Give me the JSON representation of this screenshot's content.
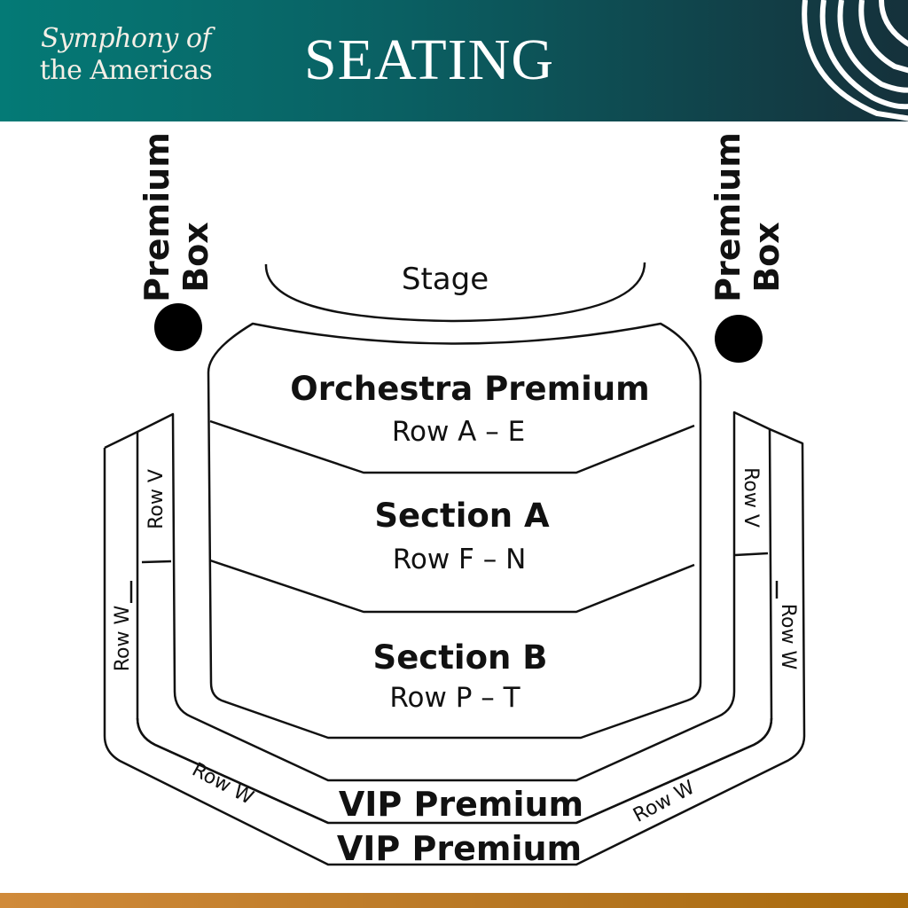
{
  "header": {
    "logo_line1": "Symphony of",
    "logo_line2": "the Americas",
    "title": "SEATING",
    "colors": {
      "teal": "#047a76",
      "dark": "#15313b",
      "footer": "#c07c28"
    }
  },
  "map": {
    "premium_box_left": {
      "line1": "Premium",
      "line2": "Box"
    },
    "premium_box_right": {
      "line1": "Premium",
      "line2": "Box"
    },
    "stage": "Stage",
    "orchestra": {
      "name": "Orchestra Premium",
      "rows": "Row A – E"
    },
    "section_a": {
      "name": "Section A",
      "rows": "Row F – N"
    },
    "section_b": {
      "name": "Section B",
      "rows": "Row P – T"
    },
    "row_v_left": "Row V",
    "row_v_right": "Row V",
    "row_w_left": "Row W",
    "row_w_right": "Row W",
    "row_w_bottom_left": "Row W",
    "row_w_bottom_right": "Row W",
    "vip_1": "VIP Premium",
    "vip_2": "VIP Premium"
  }
}
